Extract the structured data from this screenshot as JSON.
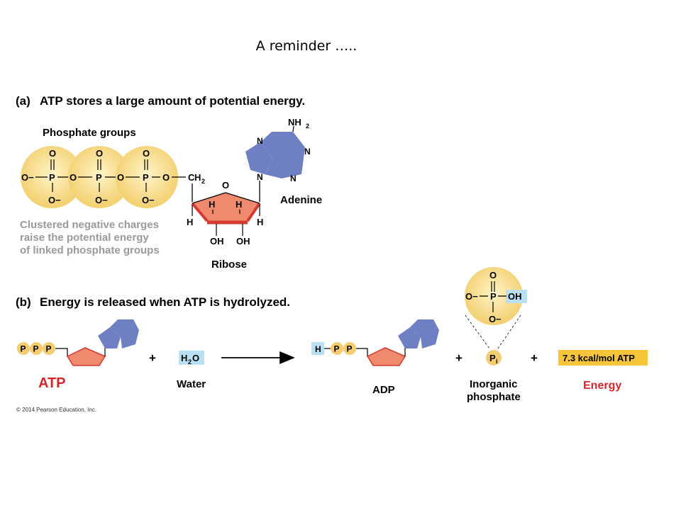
{
  "slide": {
    "title": "A reminder ….."
  },
  "panel_a": {
    "letter": "(a)",
    "heading": "ATP stores a large amount of potential energy.",
    "phosphate_groups_label": "Phosphate groups",
    "charges_note": [
      "Clustered negative charges",
      "raise the potential energy",
      "of linked phosphate groups"
    ],
    "ribose_label": "Ribose",
    "adenine_label": "Adenine",
    "atoms": {
      "O": "O",
      "O_minus": "O−",
      "P": "P",
      "C": "C",
      "H": "H",
      "N": "N",
      "NH": "NH",
      "OH": "OH",
      "subscript_2": "2"
    }
  },
  "panel_b": {
    "letter": "(b)",
    "heading": "Energy is released when ATP is hydrolyzed.",
    "atp_label": "ATP",
    "water_label": "Water",
    "adp_label": "ADP",
    "phosphate_label": [
      "Inorganic",
      "phosphate"
    ],
    "energy_label": "Energy",
    "energy_box": "7.3 kcal/mol ATP",
    "plus": "+",
    "p_tag": "P",
    "h_tag": "H",
    "pi_main": "P",
    "pi_sub": "i",
    "water_formula": {
      "h": "H",
      "sub": "2",
      "o": "O"
    }
  },
  "copyright": "© 2014 Pearson Education, Inc.",
  "colors": {
    "phosphate": "#f5d57a",
    "ribose": "#f08a6e",
    "ribose_edge": "#d43a30",
    "adenine": "#6f7fc4",
    "highlight": "#b9e0f2",
    "energy_box": "#f8c43a",
    "accent_red": "#d9252a"
  }
}
